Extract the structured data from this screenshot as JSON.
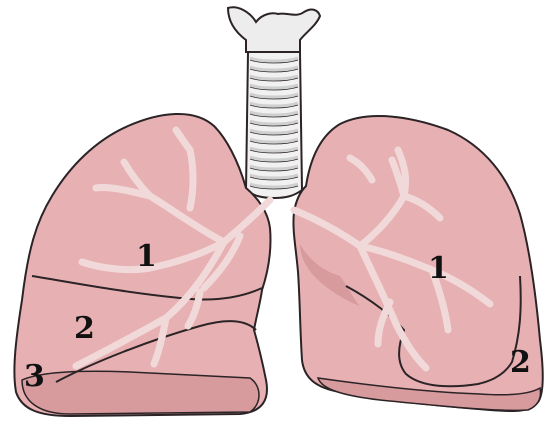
{
  "diagram": {
    "labels": {
      "right_upper": "1",
      "right_middle": "2",
      "right_lower": "3",
      "left_upper": "1",
      "left_lower": "2"
    },
    "colors": {
      "lung_fill": "#e7b1b3",
      "lung_shadow": "#d79a9d",
      "outline": "#2b2326",
      "bronchi": "#f1d9da",
      "trachea_fill": "#f1f1f1",
      "trachea_shade": "#cfcfcf"
    }
  }
}
